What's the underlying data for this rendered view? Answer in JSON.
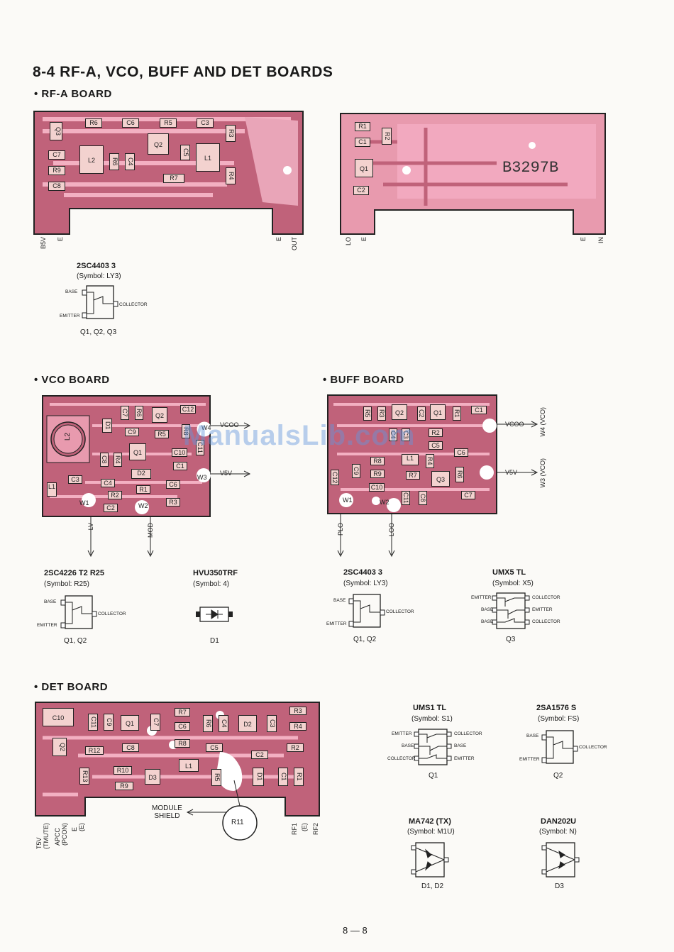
{
  "title": "8-4 RF-A, VCO, BUFF AND DET BOARDS",
  "page_number": "8 — 8",
  "watermark": "ManualsLib.com",
  "colors": {
    "pcb": "#c0627a",
    "pcb_light": "#f2a9bf",
    "silk": "#222222"
  },
  "rfa": {
    "heading": "• RF-A BOARD",
    "left_comps": [
      "Q3",
      "R6",
      "C6",
      "R5",
      "C3",
      "R3",
      "C7",
      "R9",
      "C8",
      "L2",
      "R6",
      "C4",
      "Q2",
      "C5",
      "L1",
      "R7",
      "R4"
    ],
    "right_comps": [
      "R1",
      "C1",
      "R2",
      "Q1",
      "C2"
    ],
    "board_marking": "B3297B",
    "left_pins": [
      "B5V",
      "E",
      "E",
      "OUT"
    ],
    "right_pins": [
      "LO",
      "E",
      "E",
      "IN"
    ],
    "part": {
      "name": "2SC4403 3",
      "symbol": "(Symbol: LY3)",
      "base": "BASE",
      "emitter": "EMITTER",
      "collector": "COLLECTOR",
      "refs": "Q1, Q2, Q3"
    }
  },
  "vco": {
    "heading": "• VCO BOARD",
    "comps": [
      "L2",
      "C7",
      "R6",
      "Q2",
      "C12",
      "D1",
      "C9",
      "R5",
      "R8",
      "W4",
      "C8",
      "R4",
      "Q1",
      "C10",
      "C11",
      "C1",
      "D2",
      "C3",
      "C4",
      "R2",
      "R1",
      "C6",
      "L1",
      "C2",
      "R3",
      "W1",
      "W2",
      "W3"
    ],
    "outputs": [
      "VCOO",
      "V5V"
    ],
    "bottom": [
      "LV",
      "MOD"
    ],
    "part1": {
      "name": "2SC4226 T2 R25",
      "symbol": "(Symbol: R25)",
      "base": "BASE",
      "emitter": "EMITTER",
      "collector": "COLLECTOR",
      "refs": "Q1, Q2"
    },
    "part2": {
      "name": "HVU350TRF",
      "symbol": "(Symbol: 4)",
      "refs": "D1"
    }
  },
  "buff": {
    "heading": "• BUFF BOARD",
    "comps": [
      "R5",
      "R3",
      "Q2",
      "C2",
      "Q1",
      "R1",
      "C1",
      "C4",
      "C3",
      "R2",
      "C6",
      "C5",
      "C9",
      "L1",
      "R4",
      "R6",
      "C12",
      "R8",
      "R9",
      "R7",
      "C10",
      "C11",
      "C8",
      "Q3",
      "C7",
      "W1",
      "W2"
    ],
    "outputs": [
      "VCOO",
      "V5V"
    ],
    "side": [
      "W4 (VCO)",
      "W3 (VCO)"
    ],
    "bottom": [
      "PLO",
      "LOO"
    ],
    "part1": {
      "name": "2SC4403 3",
      "symbol": "(Symbol: LY3)",
      "base": "BASE",
      "emitter": "EMITTER",
      "collector": "COLLECTOR",
      "refs": "Q1, Q2"
    },
    "part2": {
      "name": "UMX5 TL",
      "symbol": "(Symbol: X5)",
      "pins": [
        "EMITTER",
        "BASE",
        "BASE",
        "COLLECTOR",
        "EMITTER",
        "COLLECTOR"
      ],
      "refs": "Q3"
    }
  },
  "det": {
    "heading": "• DET BOARD",
    "comps": [
      "C10",
      "C11",
      "C9",
      "Q1",
      "C7",
      "R7",
      "C6",
      "R8",
      "R6",
      "C4",
      "D2",
      "C3",
      "R3",
      "R4",
      "Q2",
      "R12",
      "C8",
      "C5",
      "C2",
      "R2",
      "L1",
      "R13",
      "R10",
      "D3",
      "R5",
      "D1",
      "C1",
      "R1",
      "R9",
      "R11"
    ],
    "module_label": "MODULE\nSHIELD",
    "pins_left": [
      "T5V\n(TMUTE)",
      "APCC\n(PCON)",
      "E\n(E)"
    ],
    "pins_right": [
      "RF1",
      "(E)",
      "RF2"
    ],
    "parts": [
      {
        "name": "UMS1 TL",
        "symbol": "(Symbol: S1)",
        "pins": [
          "EMITTER",
          "BASE",
          "COLLECTOR",
          "COLLECTOR",
          "BASE",
          "EMITTER"
        ],
        "refs": "Q1"
      },
      {
        "name": "2SA1576 S",
        "symbol": "(Symbol: FS)",
        "pins": [
          "BASE",
          "EMITTER",
          "COLLECTOR"
        ],
        "refs": "Q2"
      },
      {
        "name": "MA742 (TX)",
        "symbol": "(Symbol: M1U)",
        "refs": "D1, D2"
      },
      {
        "name": "DAN202U",
        "symbol": "(Symbol: N)",
        "refs": "D3"
      }
    ]
  }
}
